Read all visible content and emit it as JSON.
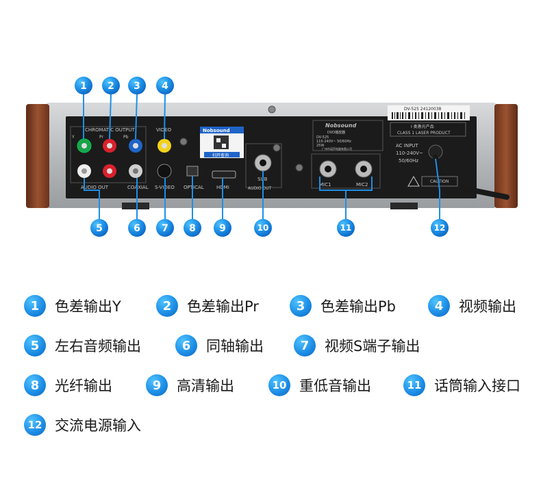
{
  "callouts": [
    {
      "num": "1",
      "label": "色差输出Y"
    },
    {
      "num": "2",
      "label": "色差输出Pr"
    },
    {
      "num": "3",
      "label": "色差输出Pb"
    },
    {
      "num": "4",
      "label": "视频输出"
    },
    {
      "num": "5",
      "label": "左右音频输出"
    },
    {
      "num": "6",
      "label": "同轴输出"
    },
    {
      "num": "7",
      "label": "视频S端子输出"
    },
    {
      "num": "8",
      "label": "光纤输出"
    },
    {
      "num": "9",
      "label": "高清输出"
    },
    {
      "num": "10",
      "label": "重低音输出"
    },
    {
      "num": "11",
      "label": "话筒输入接口"
    },
    {
      "num": "12",
      "label": "交流电源输入"
    }
  ],
  "panel": {
    "chromatic_output": "CHROMATIC OUTPUT",
    "video": "VIDEO",
    "y": "Y",
    "pr": "Pr",
    "pb": "Pb",
    "audio_out": "AUDIO OUT",
    "coaxial": "COAXIAL",
    "s_video": "S-VIDEO",
    "optical": "OPTICAL",
    "hdmi": "HDMI",
    "sub": "SUB",
    "audio_out_2": "AUDIO OUT",
    "mic1": "MIC1",
    "mic2": "MIC2",
    "brand": "Nobsound",
    "sticker_brand": "Nobsound",
    "sticker_button": "扫开查询",
    "model_plate_brand": "Nobsound",
    "model_plate_line1": "DVD播放器",
    "model_plate_line2": "DV-525",
    "model_plate_line3": "110-240V~ 50/60Hz",
    "model_plate_line4": "25W",
    "model_plate_line5": "广州市诺声电器有限公司",
    "serial": "DV-525 24120038",
    "laser_cn": "Ⅰ 类激光产品",
    "laser_en": "CLASS 1 LASER PRODUCT",
    "ac_input": "AC INPUT",
    "ac_range": "110-240V~",
    "ac_freq": "50/60Hz",
    "caution": "CAUTION"
  },
  "colors": {
    "badge_blue": "#1e8fe6",
    "jack_green": "#1aa34a",
    "jack_red": "#d9212c",
    "jack_blue": "#1f64c8",
    "jack_yellow": "#f2d21a",
    "panel_black": "#1b1b1b",
    "wood": "#7a3b22"
  },
  "icons": {
    "badge": "numbered-circle-icon",
    "warning": "warning-triangle-icon",
    "qr": "qr-code-icon",
    "barcode": "barcode-icon"
  }
}
